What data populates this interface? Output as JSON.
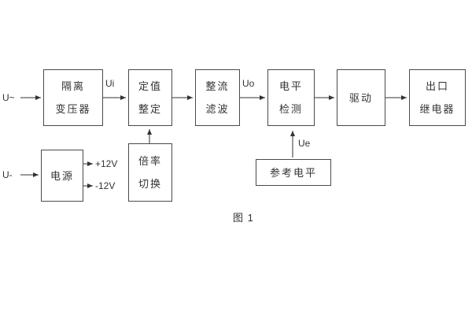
{
  "figure": {
    "caption": "图 1",
    "inputs": {
      "ac": "U~",
      "dc": "U-"
    },
    "signals": {
      "ui": "Ui",
      "uo": "Uo",
      "ue": "Ue",
      "plus12": "+12V",
      "minus12": "-12V"
    },
    "blocks": {
      "transformer": {
        "line1": "隔离",
        "line2": "变压器"
      },
      "setting": {
        "line1": "定值",
        "line2": "整定"
      },
      "rectifier": {
        "line1": "整流",
        "line2": "滤波"
      },
      "detector": {
        "line1": "电平",
        "line2": "检测"
      },
      "driver": {
        "label": "驱动"
      },
      "relay": {
        "line1": "出口",
        "line2": "继电器"
      },
      "power": {
        "label": "电源"
      },
      "multiplier": {
        "line1": "倍率",
        "line2": "切换"
      },
      "reference": {
        "label": "参考电平"
      }
    },
    "colors": {
      "line": "#333333",
      "border": "#4a4a4a",
      "background": "#ffffff"
    }
  }
}
